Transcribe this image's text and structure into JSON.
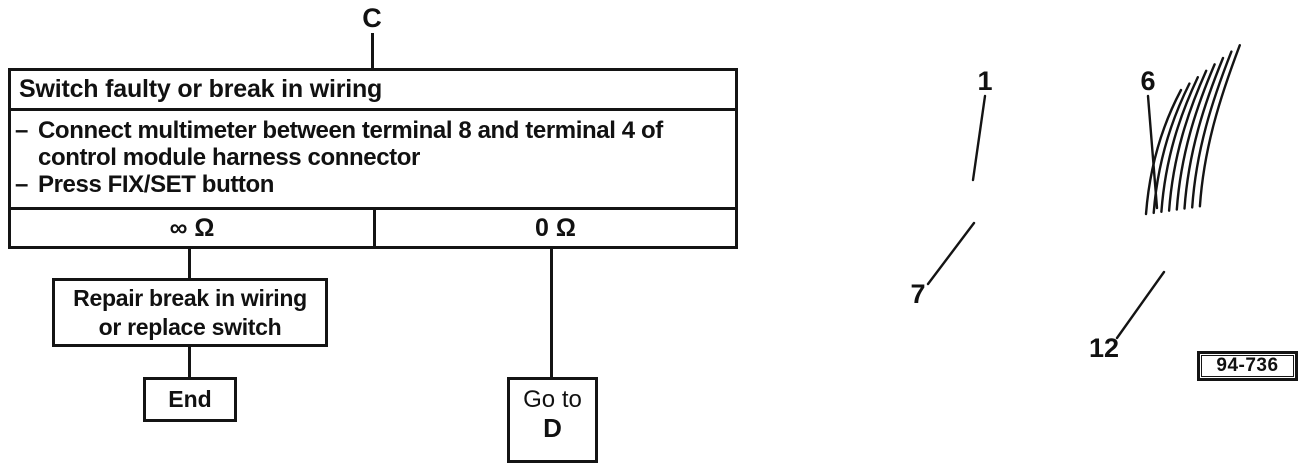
{
  "page": {
    "background": "#ffffff",
    "ink": "#141414"
  },
  "flowchart": {
    "entry_label": "C",
    "main_box": {
      "title": "Switch faulty or break in wiring",
      "lines": [
        {
          "dash": "–",
          "text": "Connect multimeter between terminal 8 and terminal 4 of"
        },
        {
          "dash": "",
          "text": "control module harness connector"
        },
        {
          "dash": "–",
          "text": "Press FIX/SET button"
        }
      ],
      "result_left": "∞ Ω",
      "result_right": "0 Ω"
    },
    "repair_box": {
      "line1": "Repair break in wiring",
      "line2": "or replace switch"
    },
    "end_box": {
      "label": "End"
    },
    "goto_box": {
      "line1": "Go to",
      "line2": "D"
    }
  },
  "connector": {
    "pin_labels": {
      "pin1": "1",
      "pin6": "6",
      "pin7": "7",
      "pin12": "12"
    },
    "figure_number": "94-736"
  }
}
